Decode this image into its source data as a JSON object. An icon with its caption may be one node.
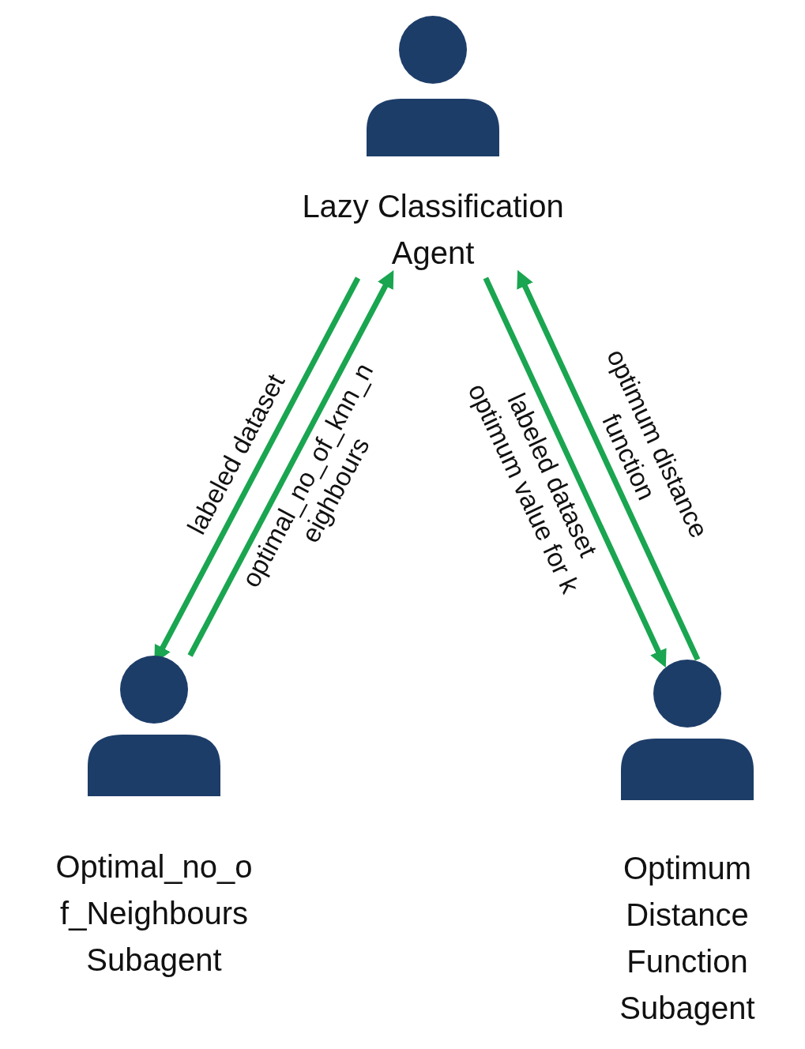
{
  "diagram": {
    "nodes": [
      {
        "text": [
          "Lazy Classification Agent"
        ]
      },
      {
        "text": [
          "Optimal_no_of_Neighbours Subagent"
        ]
      },
      {
        "text": [
          "Optimum Distance Function Subagent"
        ]
      }
    ],
    "edges": [
      {
        "from": 0,
        "to": 1,
        "arrow": "to",
        "label": "labeled dataset",
        "color": "#1aa550"
      },
      {
        "from": 1,
        "to": 0,
        "arrow": "to",
        "label": "optimal_no_of_knn_neighbours",
        "color": "#1aa550"
      },
      {
        "from": 2,
        "to": 0,
        "arrow": "to",
        "label": "optimum distance function",
        "color": "#1aa550"
      },
      {
        "from": 0,
        "to": 2,
        "arrow": "to",
        "label": "labeled dataset optimum value for k",
        "color": "#1aa550"
      }
    ]
  }
}
